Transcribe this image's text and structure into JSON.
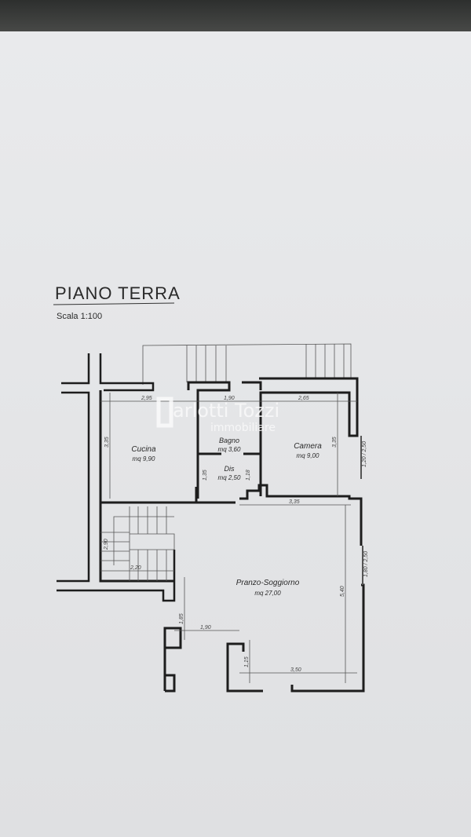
{
  "title": "PIANO TERRA",
  "scale": "Scala 1:100",
  "watermark": {
    "brand": "arlotti Tozzi",
    "sub": "immobiliare"
  },
  "rooms": [
    {
      "name": "Cucina",
      "area": "mq 9,90"
    },
    {
      "name": "Bagno",
      "area": "mq 3,60"
    },
    {
      "name": "Dis",
      "area": "mq 2,50"
    },
    {
      "name": "Camera",
      "area": "mq 9,00"
    },
    {
      "name": "Pranzo-Soggiorno",
      "area": "mq 27,00"
    }
  ],
  "dimensions": {
    "cucina_width": "2,95",
    "bagno_width": "1,90",
    "camera_width": "2,65",
    "cucina_depth": "3,35",
    "camera_depth": "3,35",
    "dis_height": "1,35",
    "dis_height2": "1,18",
    "living_top": "3,35",
    "living_depth": "5,40",
    "stair_depth": "2,90",
    "stair_width": "2,20",
    "living_left": "1,85",
    "living_step": "1,90",
    "living_step_h": "1,15",
    "living_bottom": "3,50",
    "window_camera": "1,20 / 2,50",
    "window_living": "1,80 / 2,50"
  }
}
